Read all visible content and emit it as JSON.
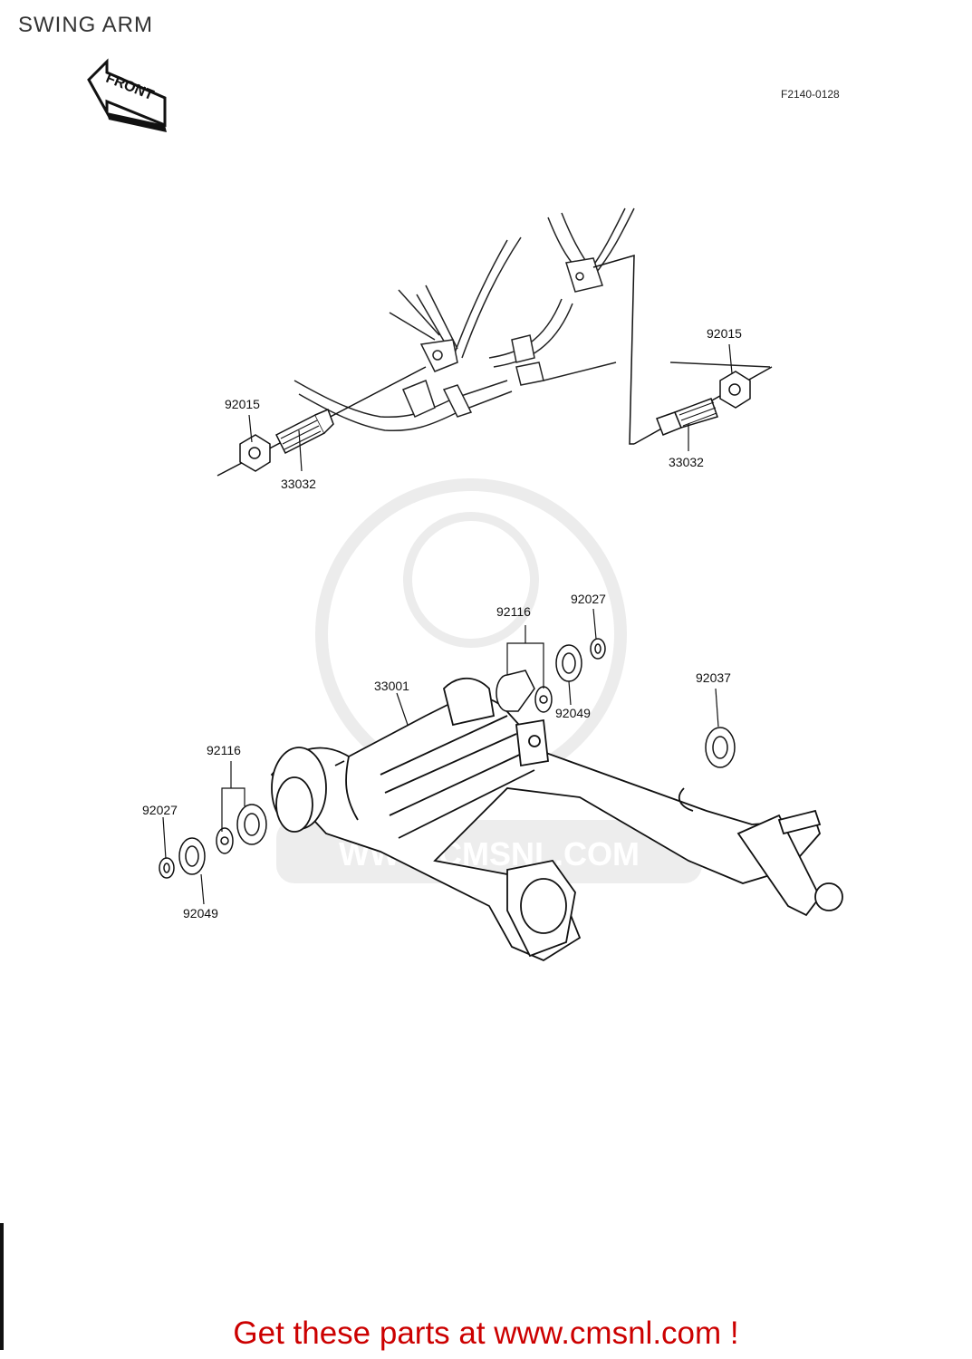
{
  "page": {
    "title": "SWING ARM",
    "diagram_code": "F2140-0128",
    "front_label": "FRONT",
    "footer_text": "Get these parts at www.cmsnl.com !",
    "watermark_text": "WWW.CMSNL.COM"
  },
  "parts": {
    "p92015_left": "92015",
    "p33032_left": "33032",
    "p92015_right": "92015",
    "p33032_right": "33032",
    "p92116_top": "92116",
    "p92027_top": "92027",
    "p33001": "33001",
    "p92049_top": "92049",
    "p92037": "92037",
    "p92116_left": "92116",
    "p92027_left": "92027",
    "p92049_left": "92049"
  },
  "colors": {
    "line": "#1a1a1a",
    "footer": "#cc0000",
    "watermark": "#e6e6e6"
  }
}
